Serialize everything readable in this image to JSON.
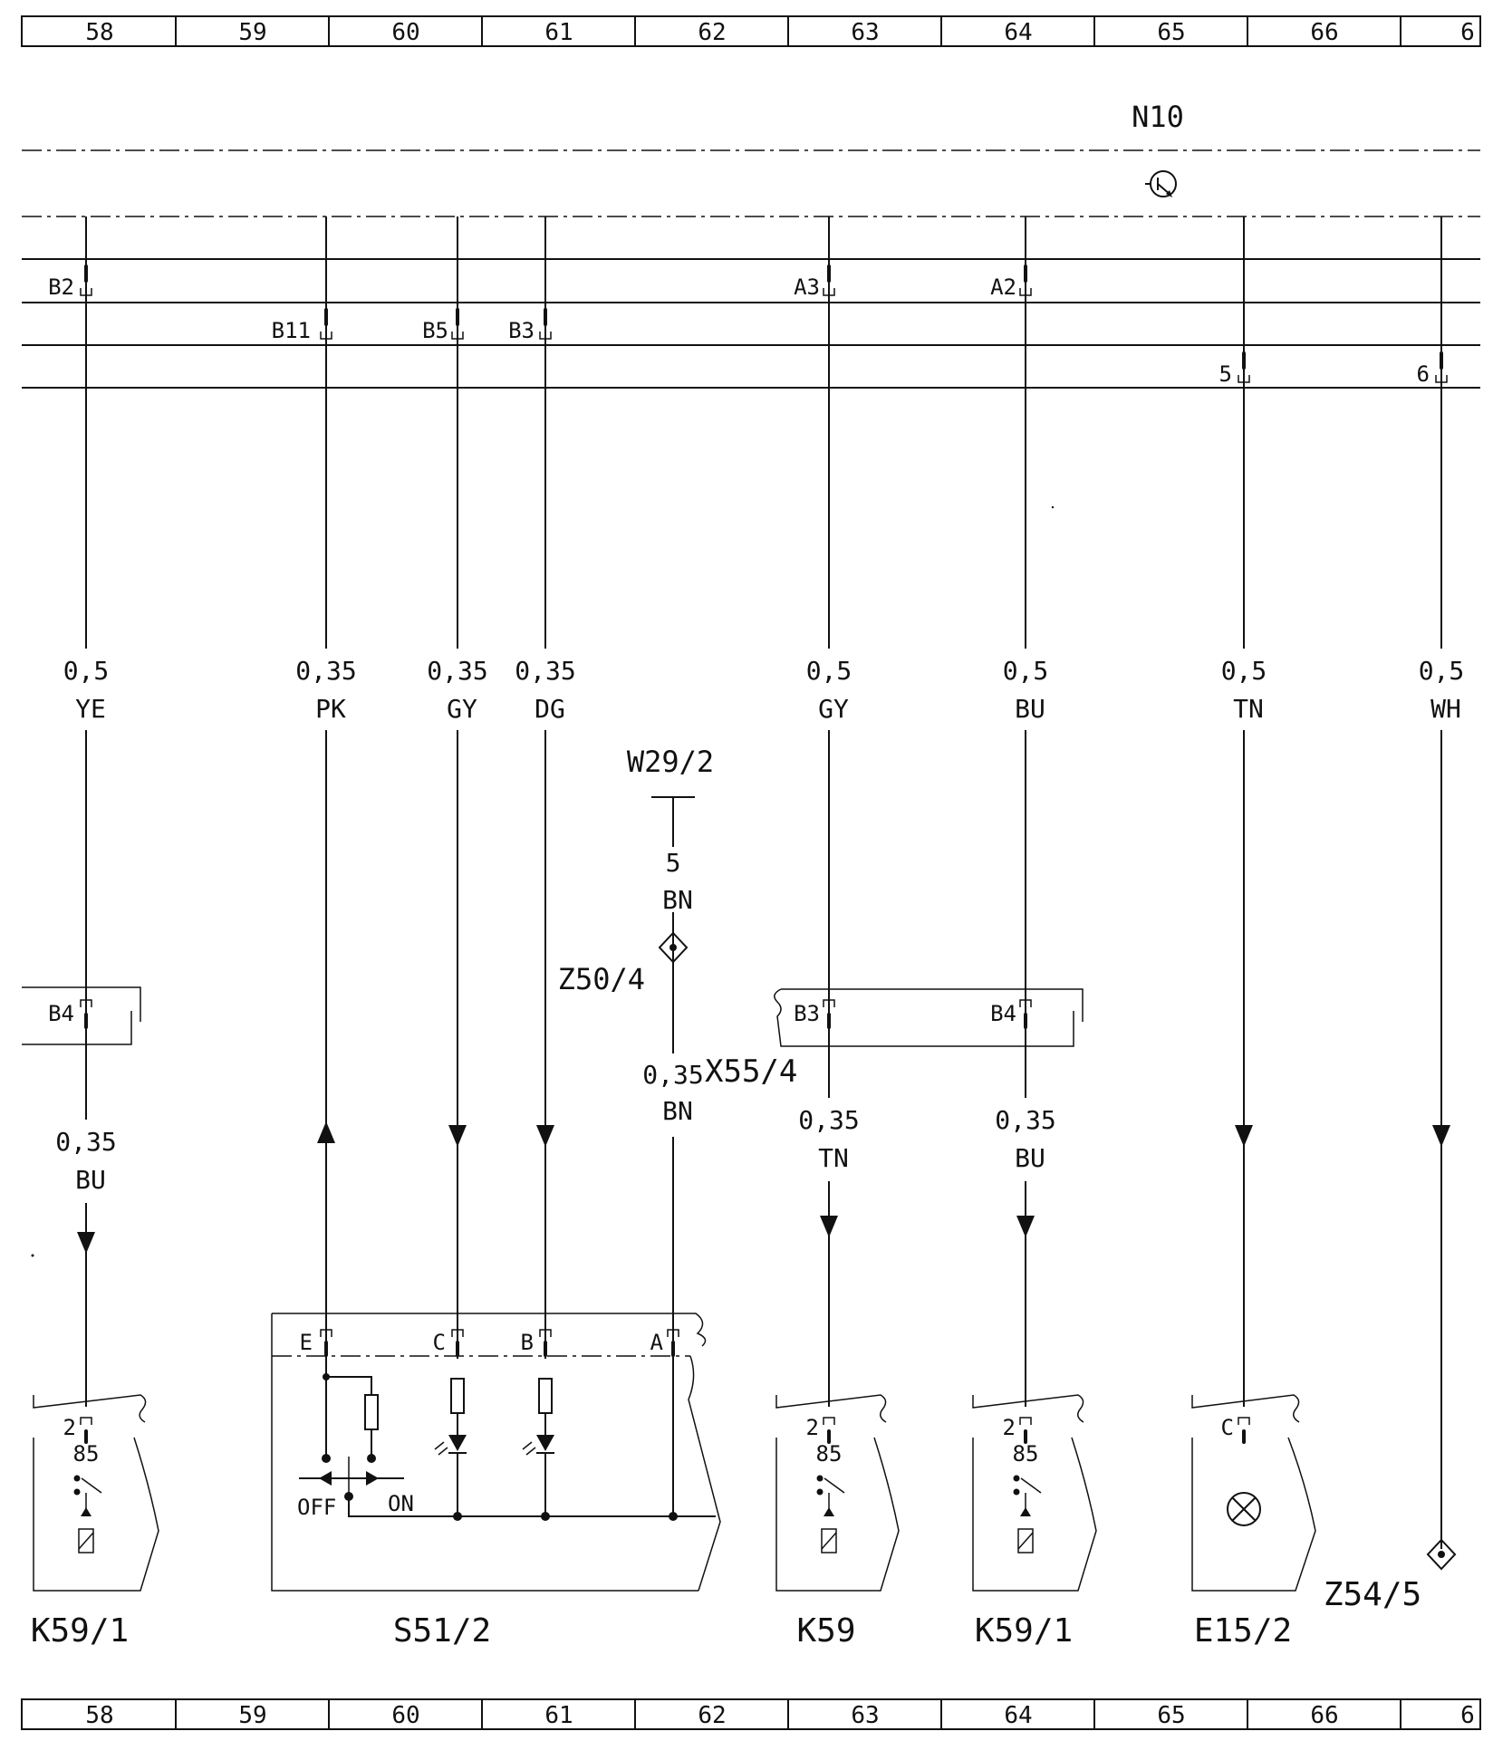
{
  "grid": {
    "columns": [
      "58",
      "59",
      "60",
      "61",
      "62",
      "63",
      "64",
      "65",
      "66",
      "6"
    ]
  },
  "module_n10": {
    "label": "N10"
  },
  "connector_pins": {
    "b2": "B2",
    "b11": "B11",
    "b5": "B5",
    "b3": "B3",
    "a3": "A3",
    "a2": "A2",
    "p5": "5",
    "p6": "6"
  },
  "wires_upper": [
    {
      "size": "0,5",
      "color": "YE"
    },
    {
      "size": "0,35",
      "color": "PK"
    },
    {
      "size": "0,35",
      "color": "GY"
    },
    {
      "size": "0,35",
      "color": "DG"
    },
    {
      "size": "0,5",
      "color": "GY"
    },
    {
      "size": "0,5",
      "color": "BU"
    },
    {
      "size": "0,5",
      "color": "TN"
    },
    {
      "size": "0,5",
      "color": "WH"
    }
  ],
  "ground": {
    "label": "W29/2",
    "wire_size": "5",
    "wire_color": "BN",
    "splice_label": "Z50/4",
    "lower_size": "0,35",
    "lower_color": "BN"
  },
  "connector_x55_4": {
    "label": "X55/4",
    "pin_b3": "B3",
    "pin_b4": "B4"
  },
  "connector_left": {
    "pin": "B4"
  },
  "wires_lower": [
    {
      "size": "0,35",
      "color": "BU"
    },
    {
      "size": "0,35",
      "color": "TN"
    },
    {
      "size": "0,35",
      "color": "BU"
    }
  ],
  "switch_s51_2": {
    "label": "S51/2",
    "pins": [
      "E",
      "C",
      "B",
      "A"
    ],
    "off_label": "OFF",
    "on_label": "ON"
  },
  "components": {
    "k59_1_left": {
      "label": "K59/1",
      "pin": "2",
      "terminal": "85"
    },
    "k59": {
      "label": "K59",
      "pin": "2",
      "terminal": "85"
    },
    "k59_1_right": {
      "label": "K59/1",
      "pin": "2",
      "terminal": "85"
    },
    "e15_2": {
      "label": "E15/2",
      "pin": "C"
    },
    "z54_5": {
      "label": "Z54/5"
    }
  }
}
